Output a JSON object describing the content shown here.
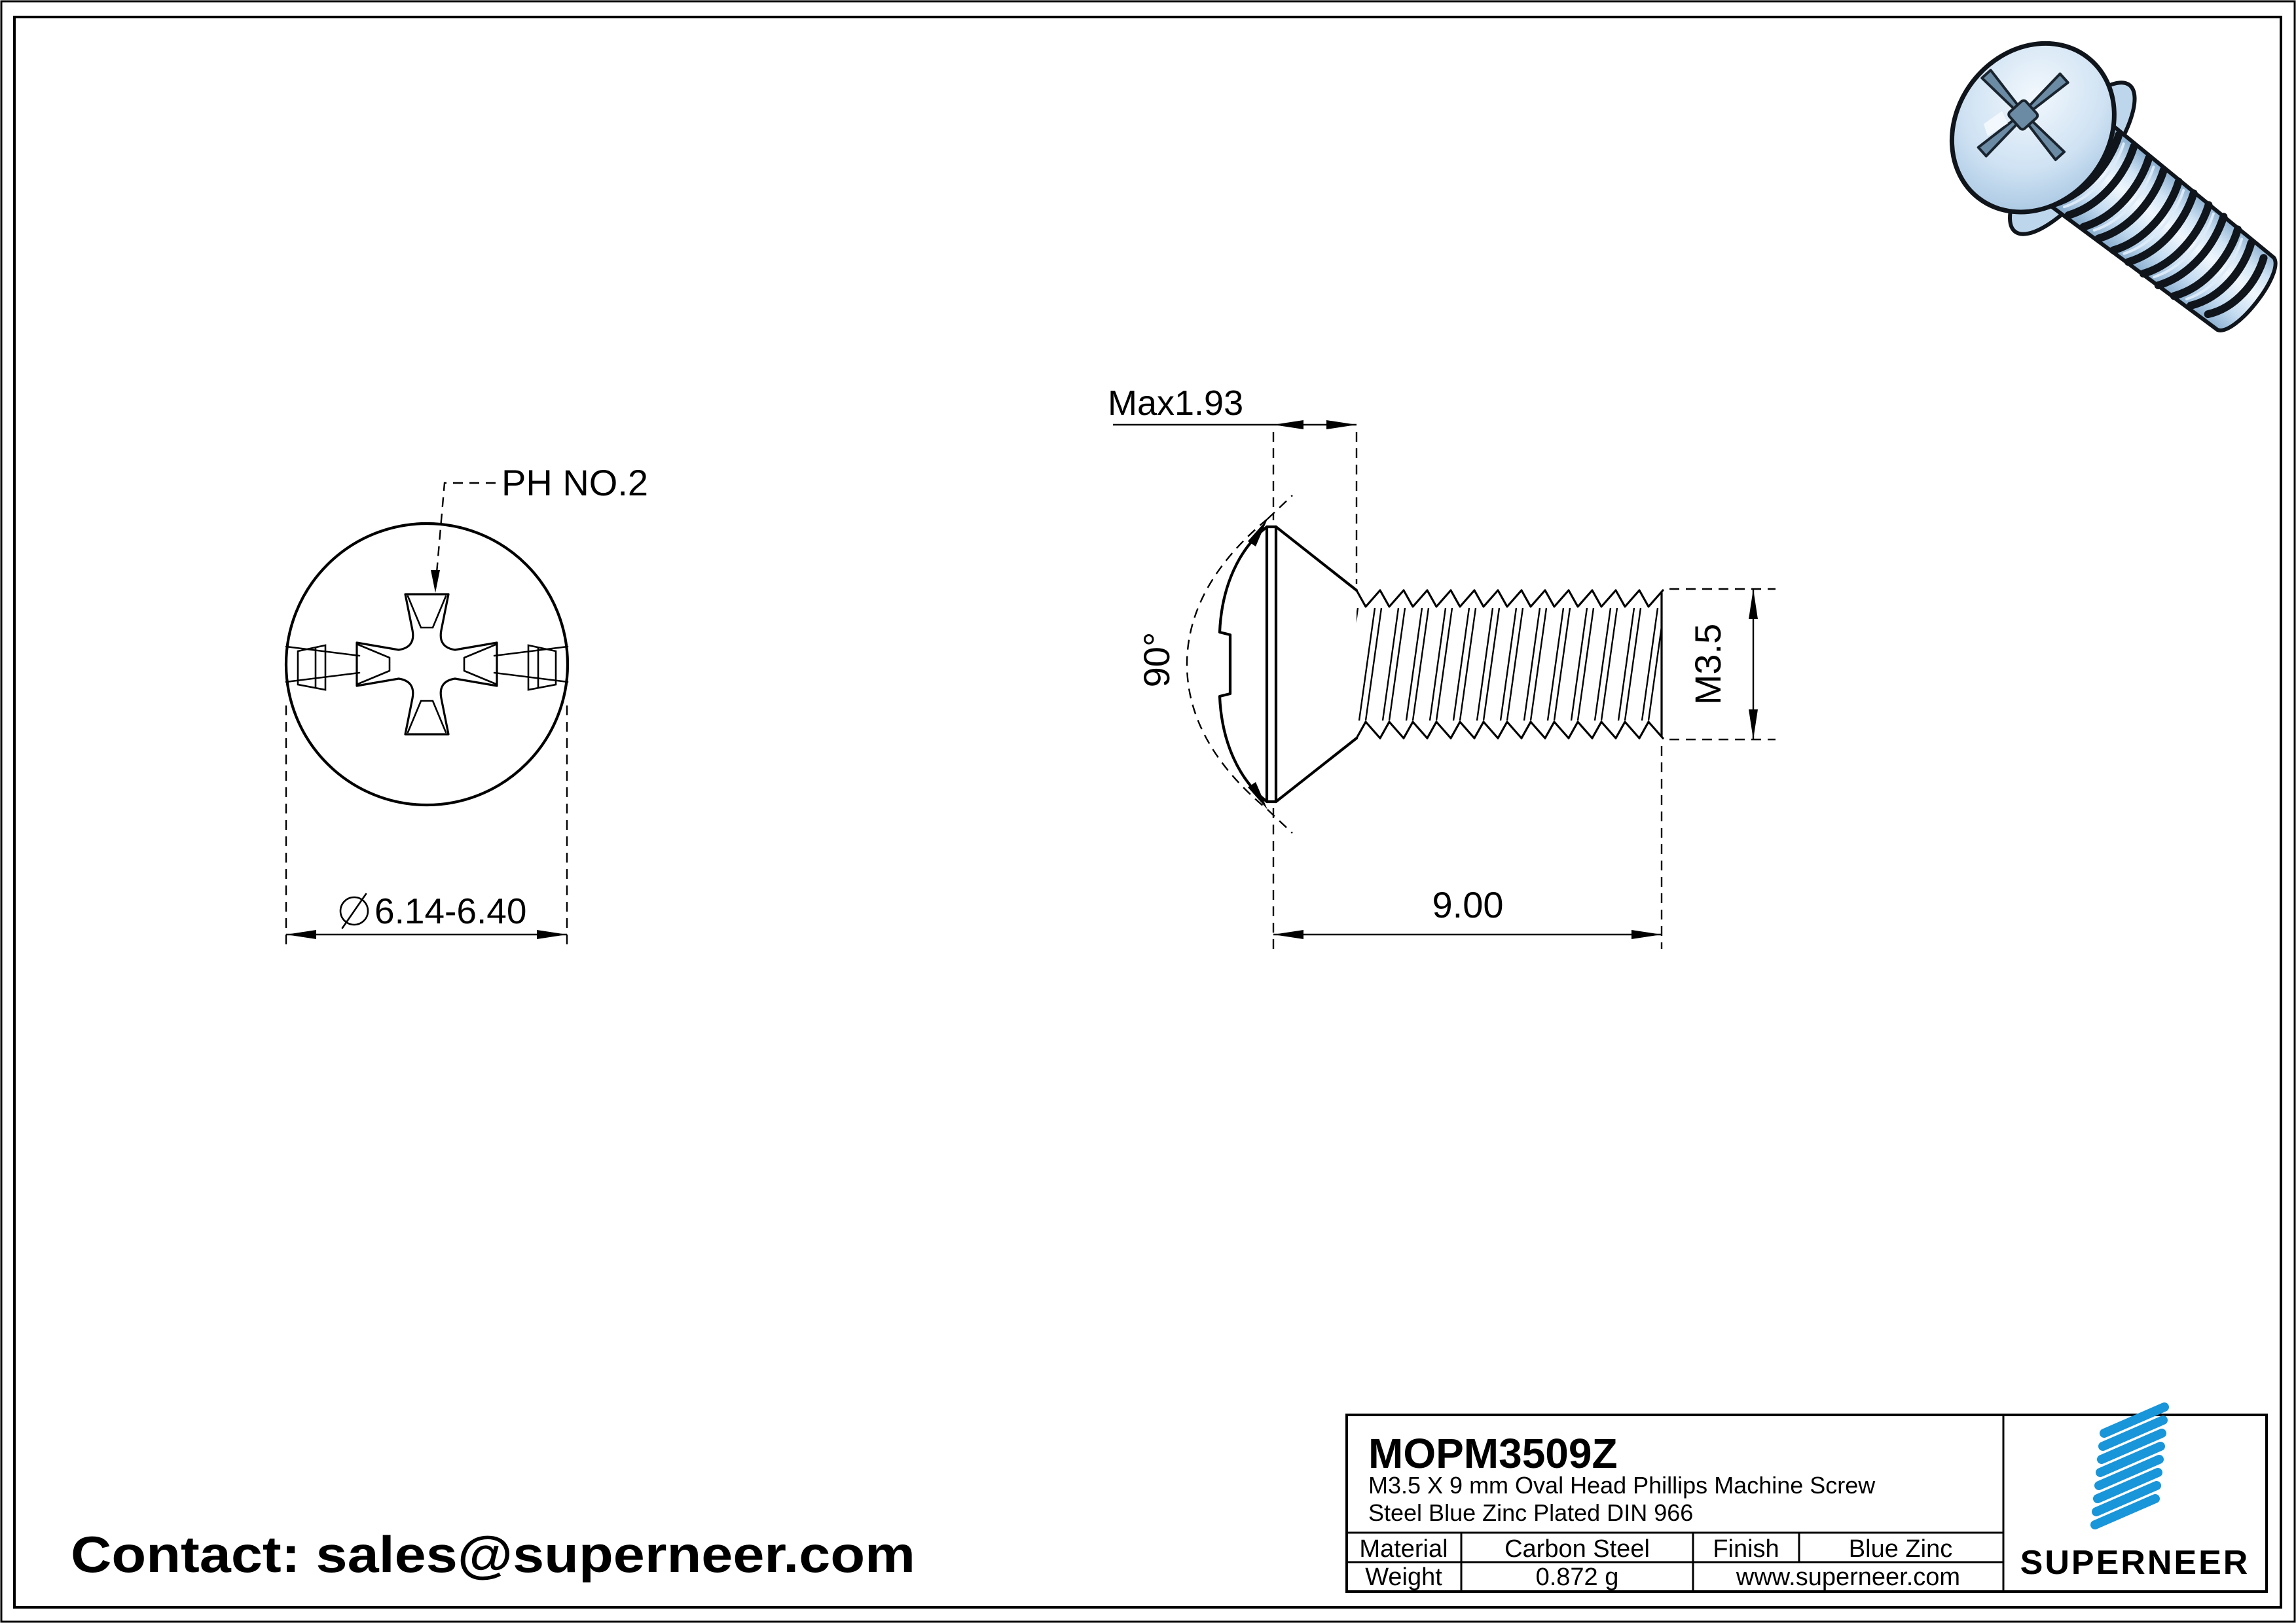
{
  "front_view": {
    "ph_label": "PH NO.2",
    "diameter_value": "6.14-6.40",
    "diameter_symbol": "diameter-sign"
  },
  "side_view": {
    "head_height_label": "Max1.93",
    "angle_label": "90°",
    "thread_label": "M3.5",
    "length_label": "9.00"
  },
  "title_block": {
    "part_number": "MOPM3509Z",
    "description_line1": "M3.5 X 9 mm  Oval Head Phillips Machine Screw",
    "description_line2": "Steel Blue Zinc Plated DIN 966",
    "material_label": "Material",
    "material_value": "Carbon Steel",
    "finish_label": "Finish",
    "finish_value": "Blue Zinc",
    "weight_label": "Weight",
    "weight_value": "0.872 g",
    "website": "www.superneer.com",
    "brand": "SUPERNEER"
  },
  "contact": {
    "text": "Contact: sales@superneer.com"
  },
  "colors": {
    "brand_blue": "#1995d9",
    "link_blue": "#1a8fd1",
    "line_black": "#000000",
    "screw_body_light": "#f0f7fd",
    "screw_body_mid": "#cfe3f4",
    "screw_body_shadow": "#7fa6c9"
  }
}
